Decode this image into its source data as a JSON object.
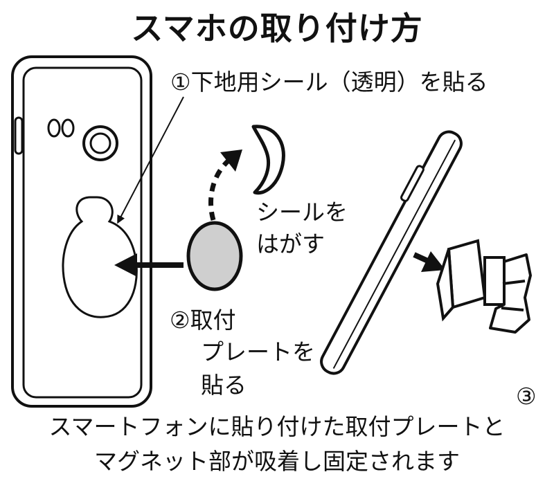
{
  "title": "スマホの取り付け方",
  "steps": {
    "step1": "①下地用シール（透明）を貼る",
    "step2_line1": "②取付",
    "step2_line2": "プレートを",
    "step2_line3": "貼る",
    "step3": "③"
  },
  "peel_note": {
    "line1": "シールを",
    "line2": "はがす"
  },
  "caption": {
    "line1": "スマートフォンに貼り付けた取付プレートと",
    "line2": "マグネット部が吸着し固定されます"
  },
  "colors": {
    "ink": "#111111",
    "plate_fill": "#cfcfcf",
    "background": "#ffffff"
  }
}
